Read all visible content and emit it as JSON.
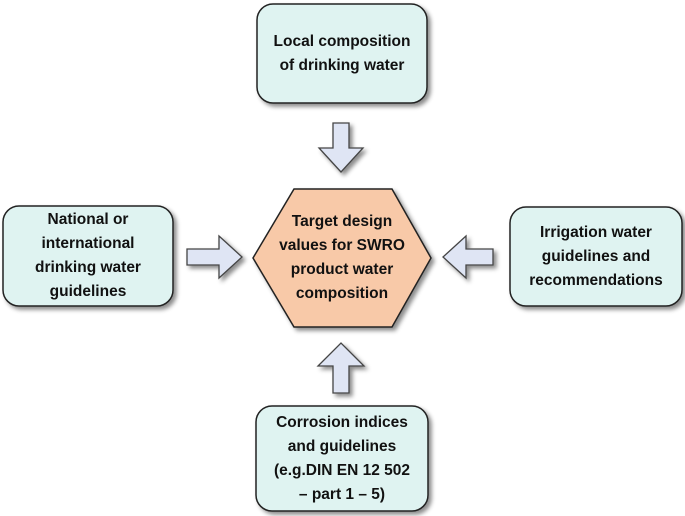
{
  "colors": {
    "box_fill": "#dff3f1",
    "box_stroke": "#222222",
    "center_fill": "#f8c9a8",
    "arrow_fill": "#dfe5f4",
    "arrow_stroke": "#444444"
  },
  "nodes": {
    "center": "Target design\nvalues for  SWRO\nproduct water\ncomposition",
    "top": "Local composition\nof drinking water",
    "left": "National or\ninternational\ndrinking water\nguidelines",
    "right": "Irrigation water\nguidelines and\nrecommendations",
    "bottom": "Corrosion indices\nand guidelines\n(e.g.DIN EN 12 502\n– part 1 – 5)"
  }
}
